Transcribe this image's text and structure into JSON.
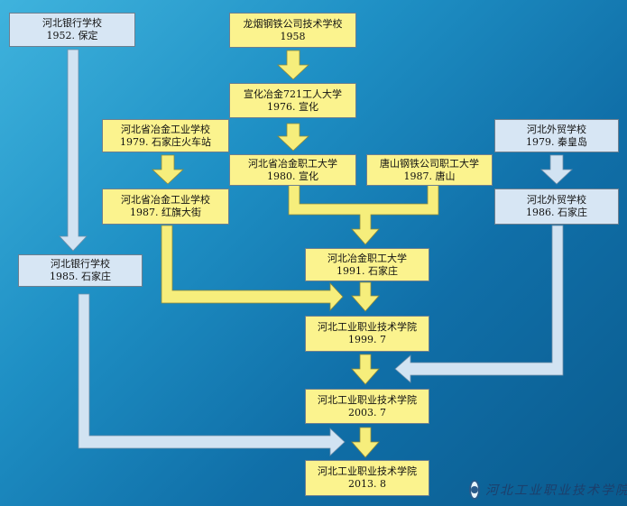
{
  "nodes": {
    "hebei_bank_1952": {
      "name": "河北银行学校",
      "detail": "1952. 保定"
    },
    "longyan_1958": {
      "name": "龙烟钢铁公司技术学校",
      "detail": "1958"
    },
    "xuanhua_721_1976": {
      "name": "宣化冶金721工人大学",
      "detail": "1976. 宣化"
    },
    "metallurgy_school_1979": {
      "name": "河北省冶金工业学校",
      "detail": "1979. 石家庄火车站"
    },
    "foreign_trade_1979": {
      "name": "河北外贸学校",
      "detail": "1979. 秦皇岛"
    },
    "metallurgy_workers_1980": {
      "name": "河北省冶金职工大学",
      "detail": "1980. 宣化"
    },
    "tangshan_steel_1987": {
      "name": "唐山钢铁公司职工大学",
      "detail": "1987. 唐山"
    },
    "metallurgy_school_1987": {
      "name": "河北省冶金工业学校",
      "detail": "1987.  红旗大街"
    },
    "foreign_trade_1986": {
      "name": "河北外贸学校",
      "detail": "1986. 石家庄"
    },
    "metallurgy_workers_1991": {
      "name": "河北冶金职工大学",
      "detail": "1991. 石家庄"
    },
    "hebei_bank_1985": {
      "name": "河北银行学校",
      "detail": "1985. 石家庄"
    },
    "polytechnic_1999": {
      "name": "河北工业职业技术学院",
      "detail": "1999. 7"
    },
    "polytechnic_2003": {
      "name": "河北工业职业技术学院",
      "detail": "2003. 7"
    },
    "polytechnic_2013": {
      "name": "河北工业职业技术学院",
      "detail": "2013. 8"
    }
  },
  "logo": {
    "text": "河北工业职业技术学院"
  },
  "colors": {
    "yellow_box": "#fbf38e",
    "blue_box": "#d7e6f4",
    "yellow_arrow": "#f6ee7c",
    "blue_arrow": "#d2e3f2"
  }
}
